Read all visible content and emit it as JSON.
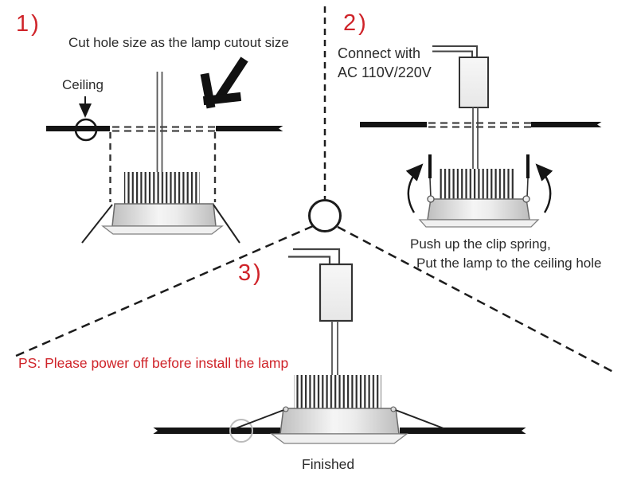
{
  "title": "Recessed downlight installation diagram",
  "colors": {
    "accent_red": "#cf2329",
    "line_black": "#1c1c1c",
    "lamp_gray": "#e9e9e9"
  },
  "steps": {
    "step1": {
      "number": "1)",
      "instruction": "Cut hole size as the lamp cutout size",
      "ceiling_label": "Ceiling"
    },
    "step2": {
      "number": "2)",
      "instruction_line1": "Connect with",
      "instruction_line2": "AC 110V/220V",
      "note_line1": "Push up the clip spring,",
      "note_line2": "Put the lamp to the ceiling hole"
    },
    "step3": {
      "number": "3)",
      "caption": "Finished"
    }
  },
  "warning_note": "PS: Please power off before install the lamp"
}
